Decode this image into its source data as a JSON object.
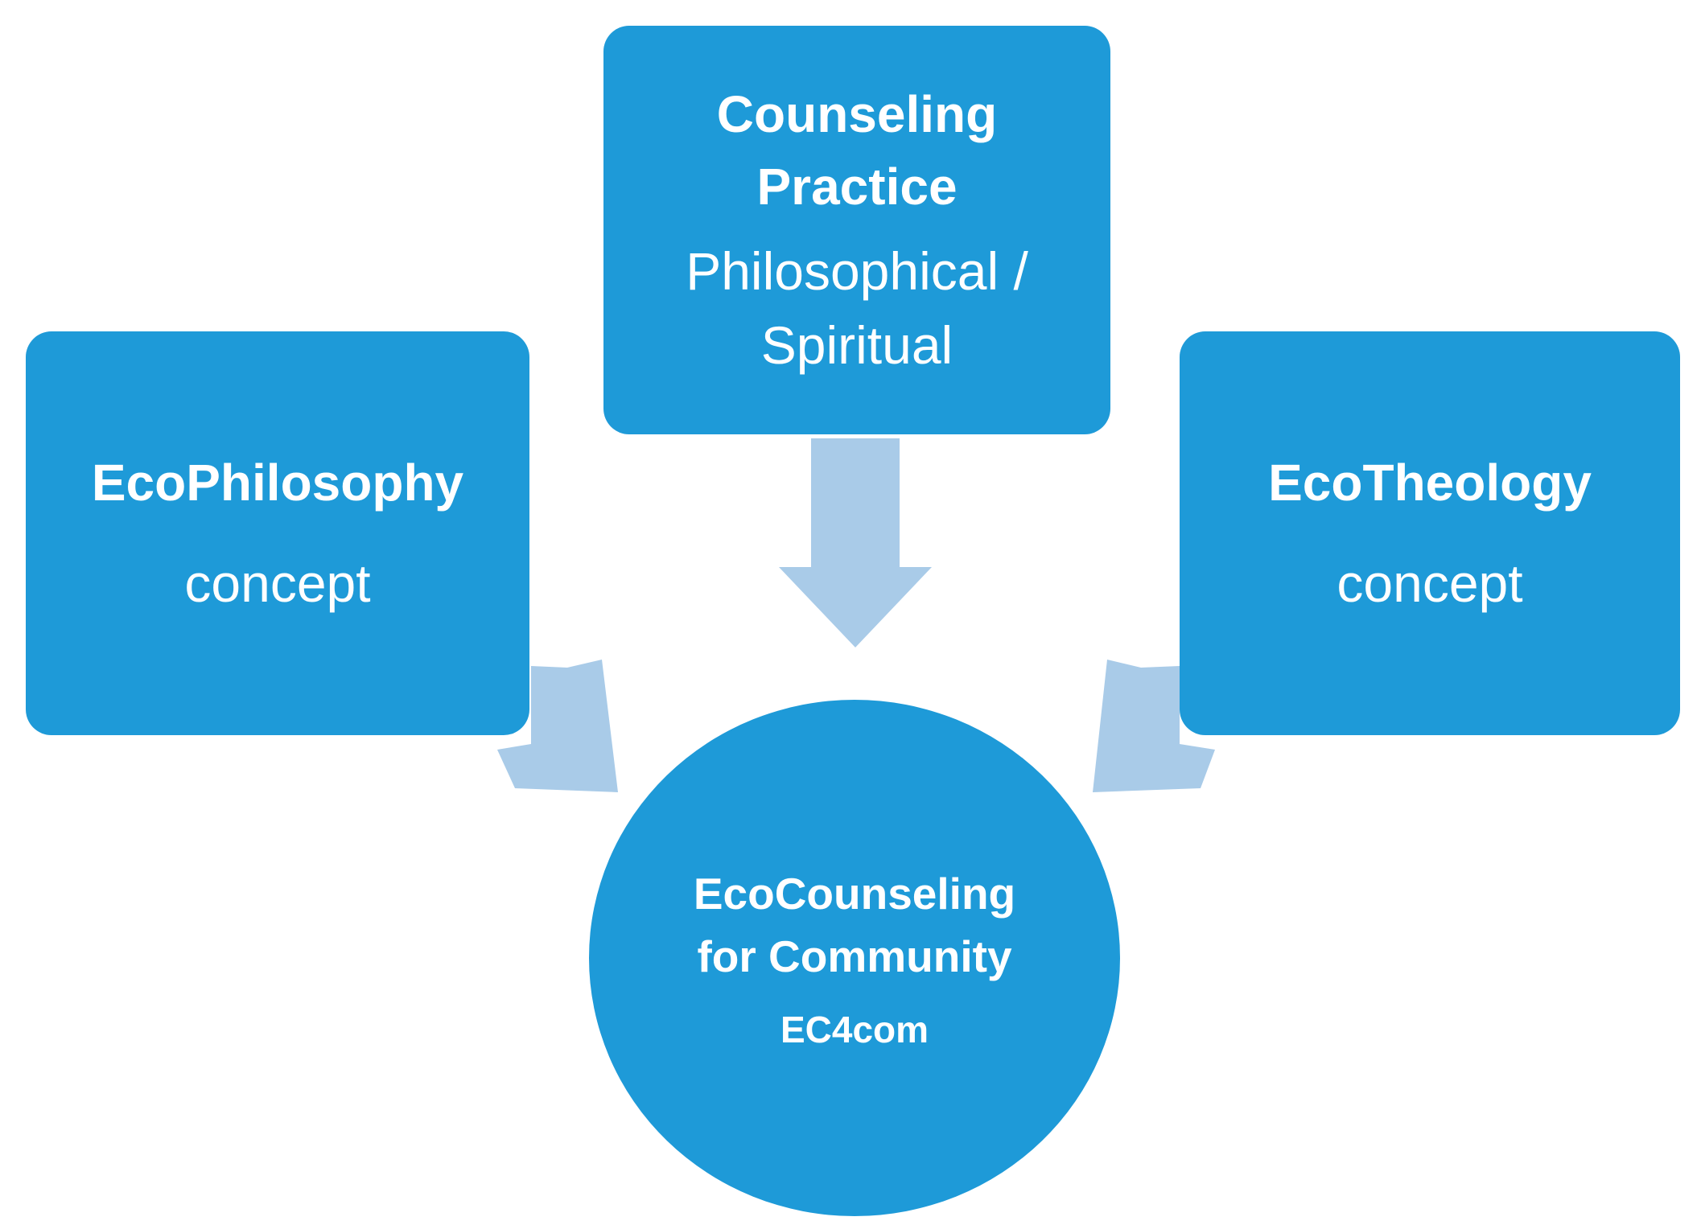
{
  "nodes": {
    "left": {
      "title": "EcoPhilosophy",
      "subtitle": "concept"
    },
    "top": {
      "title_line1": "Counseling",
      "title_line2": "Practice",
      "subtitle_line1": "Philosophical /",
      "subtitle_line2": "Spiritual"
    },
    "right": {
      "title": "EcoTheology",
      "subtitle": "concept"
    },
    "center": {
      "title_line1": "EcoCounseling",
      "title_line2": "for Community",
      "code": "EC4com"
    }
  },
  "colors": {
    "node_fill": "#1e9ad8",
    "arrow_fill": "#a9cbe8",
    "text": "#ffffff"
  }
}
